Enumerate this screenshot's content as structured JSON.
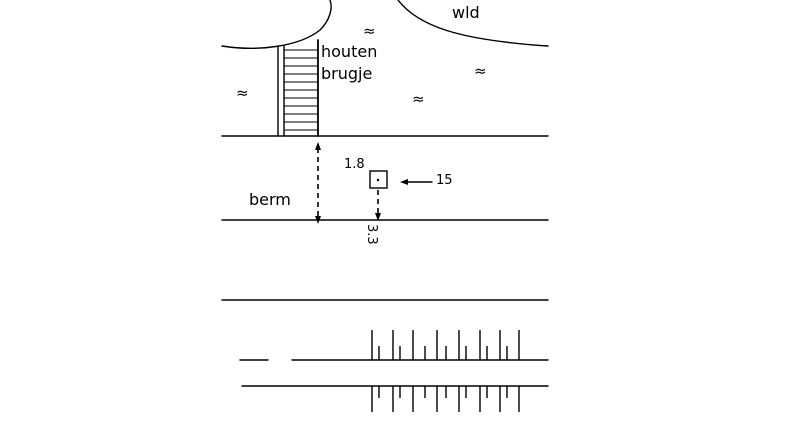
{
  "labels": {
    "forest": "wld",
    "bridge_line1": "houten",
    "bridge_line2": "brugje",
    "verge": "berm",
    "distance_top": "1.8",
    "distance_side": "15",
    "distance_bottom": "3.3"
  },
  "symbols": {
    "water_mark": "≈"
  }
}
